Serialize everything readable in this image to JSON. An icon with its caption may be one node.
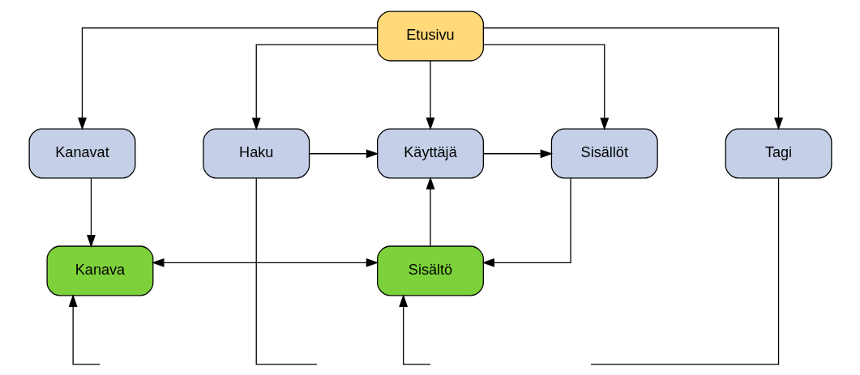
{
  "diagram": {
    "nodes": [
      {
        "text": [
          "Etusivu"
        ]
      },
      {
        "text": [
          "Kanavat"
        ]
      },
      {
        "text": [
          "Sisällöt"
        ]
      },
      {
        "text": [
          "Käyttäjä"
        ]
      },
      {
        "text": [
          "Haku"
        ]
      },
      {
        "text": [
          "Tagi"
        ]
      },
      {
        "text": [
          "Kanava"
        ]
      },
      {
        "text": [
          "Sisältö"
        ]
      }
    ],
    "edges": [
      {
        "from": 0,
        "to": 1,
        "arrow": "to"
      },
      {
        "from": 0,
        "to": 2,
        "arrow": "to"
      },
      {
        "from": 0,
        "to": 3,
        "arrow": "to"
      },
      {
        "from": 0,
        "to": 4,
        "arrow": "to"
      },
      {
        "from": 0,
        "to": 5,
        "arrow": "to"
      },
      {
        "from": 3,
        "to": 2,
        "arrow": "to"
      },
      {
        "from": 4,
        "to": 3,
        "arrow": "to"
      },
      {
        "from": 1,
        "to": 6,
        "arrow": "to"
      },
      {
        "from": 2,
        "to": 7,
        "arrow": "to"
      },
      {
        "from": 6,
        "to": 7,
        "arrow": "both"
      },
      {
        "from": 7,
        "to": 3,
        "arrow": "to"
      },
      {
        "from": null,
        "to": 6,
        "arrow": "to"
      },
      {
        "from": null,
        "to": 7,
        "arrow": "to"
      },
      {
        "from": 4,
        "to": null,
        "arrow": "none"
      },
      {
        "from": 5,
        "to": null,
        "arrow": "none"
      }
    ]
  }
}
